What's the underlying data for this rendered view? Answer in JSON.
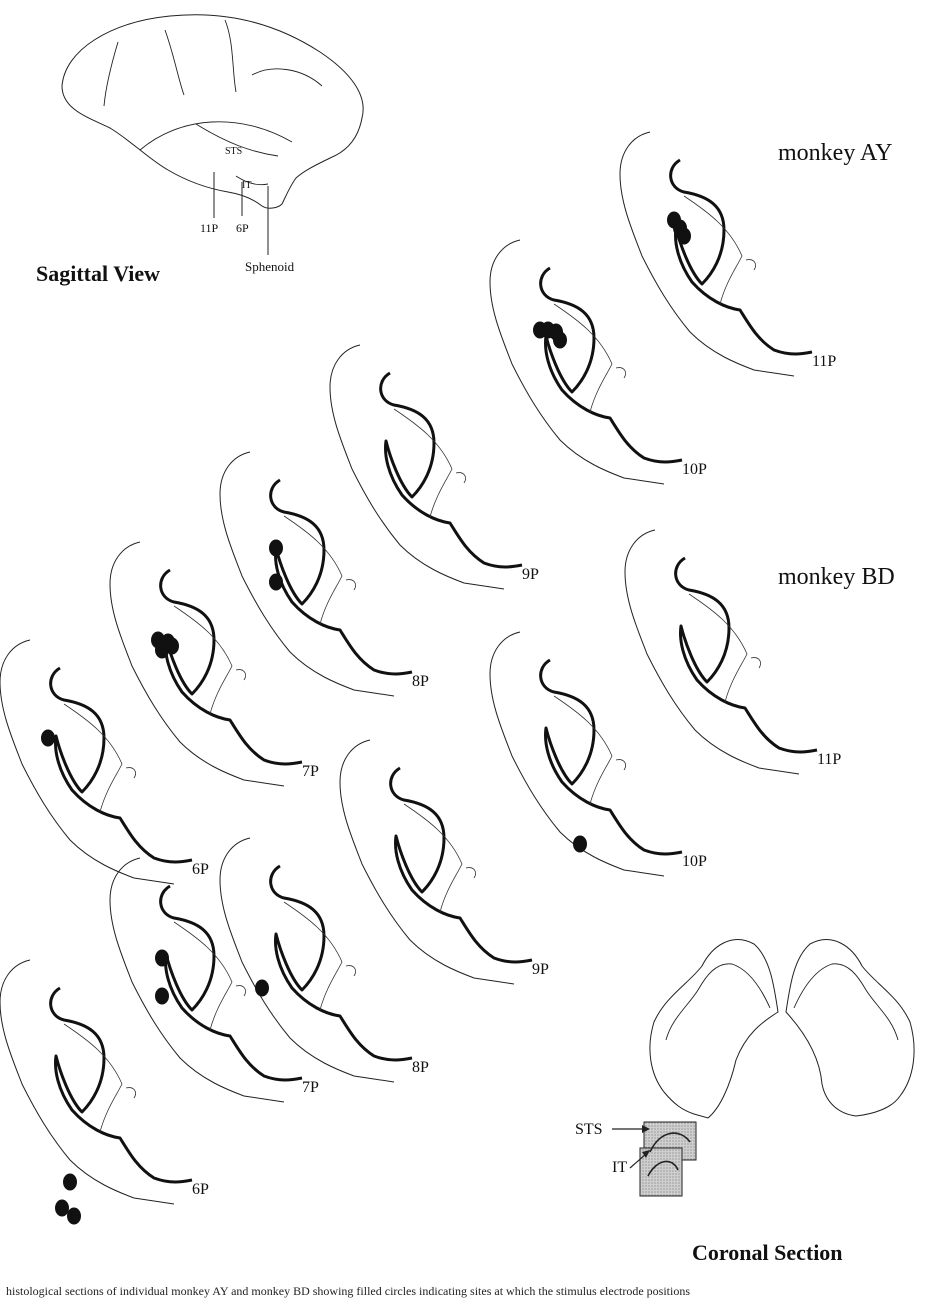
{
  "sagittal": {
    "title": "Sagittal View",
    "labels": {
      "sts": "STS",
      "it": "IT",
      "p11": "11P",
      "p6": "6P",
      "sphenoid": "Sphenoid"
    }
  },
  "coronal": {
    "title": "Coronal Section",
    "labels": {
      "sts": "STS",
      "it": "IT"
    }
  },
  "monkeys": [
    {
      "name": "monkey AY",
      "sections": [
        {
          "label": "6P",
          "sites": 1
        },
        {
          "label": "7P",
          "sites": 4
        },
        {
          "label": "8P",
          "sites": 2
        },
        {
          "label": "9P",
          "sites": 0
        },
        {
          "label": "10P",
          "sites": 4
        },
        {
          "label": "11P",
          "sites": 3
        }
      ]
    },
    {
      "name": "monkey BD",
      "sections": [
        {
          "label": "6P",
          "sites": 3
        },
        {
          "label": "7P",
          "sites": 2
        },
        {
          "label": "8P",
          "sites": 1
        },
        {
          "label": "9P",
          "sites": 0
        },
        {
          "label": "10P",
          "sites": 1
        },
        {
          "label": "11P",
          "sites": 0
        }
      ]
    }
  ],
  "caption": "histological sections of individual monkey AY and monkey BD showing filled circles indicating sites at which the stimulus electrode positions"
}
